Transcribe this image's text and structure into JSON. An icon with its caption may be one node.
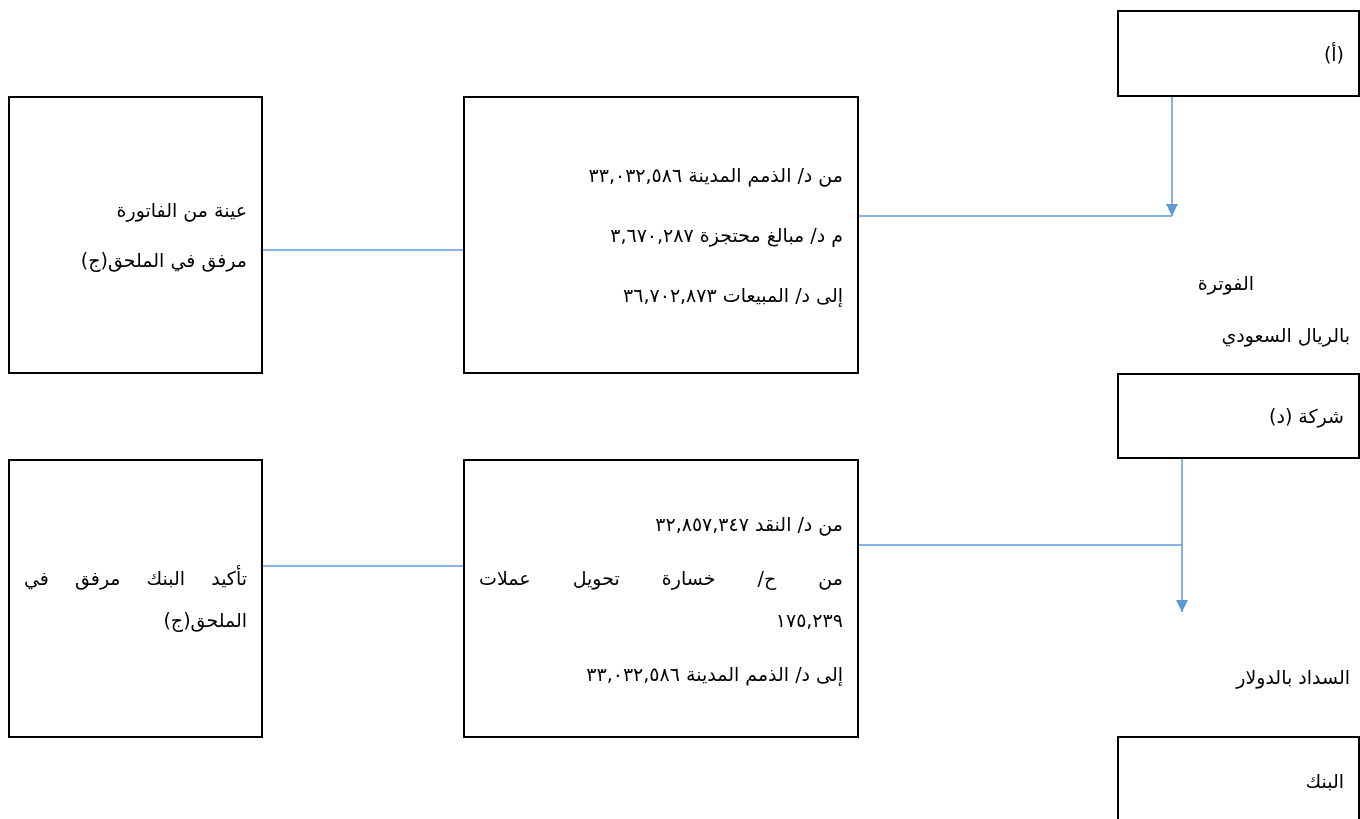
{
  "diagram": {
    "nodes": [
      {
        "text": [
          "(أ)"
        ]
      },
      {
        "text": [
          "من د/ الذمم المدينة ٣٣,٠٣٢,٥٨٦",
          "م د/ مبالغ محتجزة ٣,٦٧٠,٢٨٧",
          "إلى د/ المبيعات ٣٦,٧٠٢,٨٧٣"
        ]
      },
      {
        "text": [
          "عينة من الفاتورة",
          "مرفق في الملحق(ج)"
        ]
      },
      {
        "text": [
          "شركة (د)"
        ]
      },
      {
        "text": [
          "من د/ النقد ٣٢,٨٥٧,٣٤٧",
          "من ح/ خسارة تحويل عملات ١٧٥,٢٣٩",
          "إلى د/ الذمم المدينة ٣٣,٠٣٢,٥٨٦"
        ]
      },
      {
        "text": [
          "تأكيد البنك مرفق في الملحق(ج)"
        ]
      },
      {
        "text": [
          "البنك"
        ]
      }
    ],
    "edges": [
      {
        "from": 0,
        "to": null,
        "arrow": "to"
      },
      {
        "from": 1,
        "to": null,
        "arrow": "none"
      },
      {
        "from": 2,
        "to": 1,
        "arrow": "none"
      },
      {
        "from": 3,
        "to": null,
        "arrow": "to"
      },
      {
        "from": 4,
        "to": null,
        "arrow": "none"
      },
      {
        "from": 5,
        "to": 4,
        "arrow": "none"
      }
    ],
    "labels": [
      "الفوترة",
      "بالريال السعودي",
      "السداد بالدولار"
    ]
  }
}
